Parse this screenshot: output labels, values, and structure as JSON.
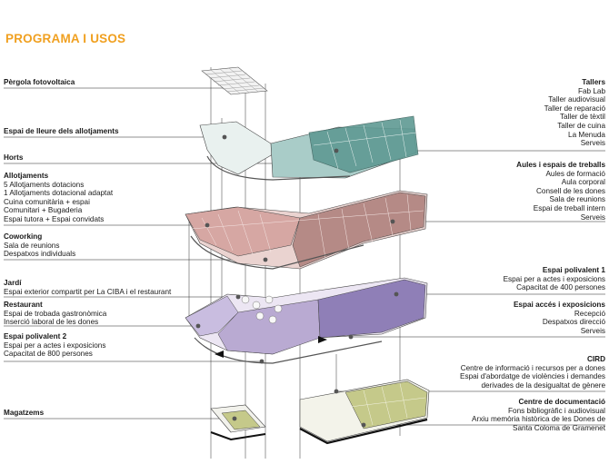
{
  "title": "PROGRAMA I USOS",
  "colors": {
    "accent": "#f0a020",
    "floor_top_teal": "#5f9a93",
    "floor_top_light_teal": "#a9ccc8",
    "floor_mid_pink": "#d6a7a3",
    "floor_mid_brown": "#b58a86",
    "floor_ground_purple": "#b9aad2",
    "floor_ground_dark_purple": "#8f7fb7",
    "basement_olive": "#c5c98a"
  },
  "left_labels": [
    {
      "heading": "Pèrgola fotovoltaica",
      "lines": []
    },
    {
      "heading": "Espai de lleure dels allotjaments",
      "lines": []
    },
    {
      "heading": "Horts",
      "lines": []
    },
    {
      "heading": "Allotjaments",
      "lines": [
        "5 Allotjaments dotacions",
        "1 Allotjaments dotacional adaptat",
        "Cuina comunitària + espai",
        "Comunitari + Bugaderia",
        "Espai tutora + Espai convidats"
      ]
    },
    {
      "heading": "Coworking",
      "lines": [
        "Sala de reunions",
        "Despatxos individuals"
      ]
    },
    {
      "heading": "Jardí",
      "lines": [
        "Espai exterior compartit per La CIBA i el restaurant"
      ]
    },
    {
      "heading": "Restaurant",
      "lines": [
        "Espai de trobada gastronòmica",
        "Inserció laboral de les dones"
      ]
    },
    {
      "heading": "Espai polivalent 2",
      "lines": [
        "Espai per a actes i exposicions",
        "Capacitat de 800 persones"
      ]
    },
    {
      "heading": "Magatzems",
      "lines": []
    }
  ],
  "right_labels": [
    {
      "heading": "Tallers",
      "lines": [
        "Fab Lab",
        "Taller audiovisual",
        "Taller de reparació",
        "Taller de tèxtil",
        "Taller de cuina",
        "La Menuda",
        "Serveis"
      ]
    },
    {
      "heading": "Aules i espais de treballs",
      "lines": [
        "Aules de formació",
        "Aula corporal",
        "Consell de les dones",
        "Sala de reunions",
        "Espai de treball intern",
        "Serveis"
      ]
    },
    {
      "heading": "Espai polivalent 1",
      "lines": [
        "Espai per a actes i exposicions",
        "Capacitat de 400 persones"
      ]
    },
    {
      "heading": "Espai accés i exposicions",
      "lines": [
        "Recepció",
        "Despatxos direcció",
        "Serveis"
      ]
    },
    {
      "heading": "CIRD",
      "lines": [
        "Centre de informació i recursos per a dones",
        "Espai d'abordatge de violències i demandes",
        "derivades de la desigualtat de gènere"
      ]
    },
    {
      "heading": "Centre de documentació",
      "lines": [
        "Fons bibliogràfic i audiovisual",
        "Arxiu memòria històrica de les Dones de",
        "Santa Coloma de Gramenet"
      ]
    }
  ]
}
